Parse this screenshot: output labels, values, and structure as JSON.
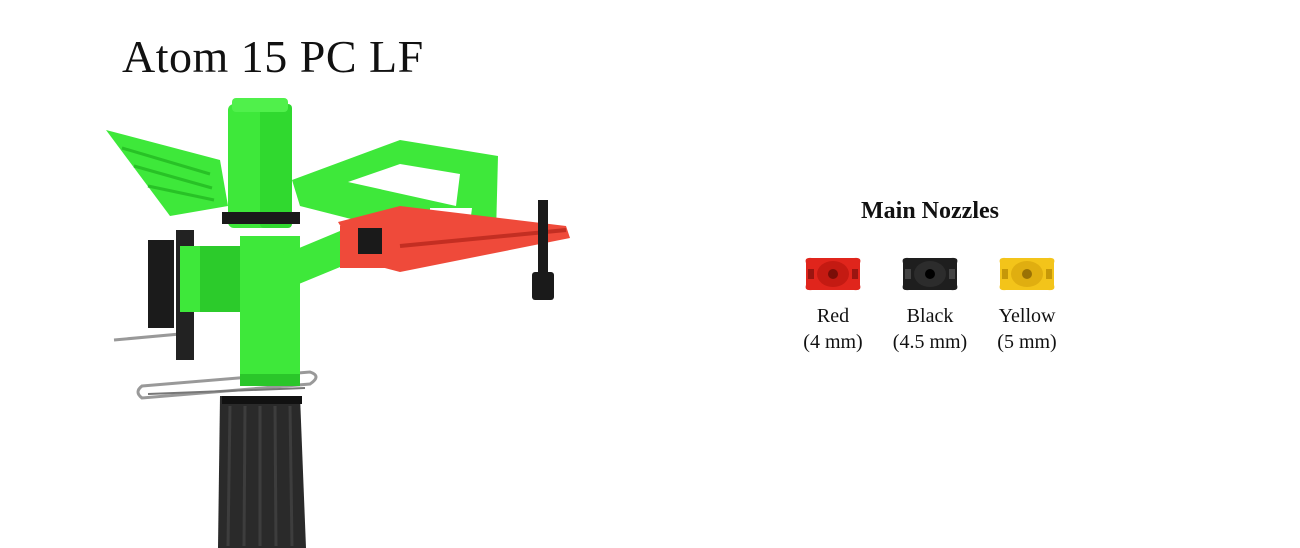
{
  "title": "Atom 15 PC LF",
  "nozzles": {
    "heading": "Main Nozzles",
    "items": [
      {
        "name": "Red",
        "size": "(4 mm)",
        "color": "#e0251c",
        "dark": "#9a1510"
      },
      {
        "name": "Black",
        "size": "(4.5 mm)",
        "color": "#1e1e1e",
        "dark": "#000000"
      },
      {
        "name": "Yellow",
        "size": "(5 mm)",
        "color": "#f3c41a",
        "dark": "#b68a08"
      }
    ]
  },
  "colors": {
    "body_green": "#3ee83a",
    "dark_green": "#22b824",
    "arm_red": "#ef4a3a",
    "black": "#1a1a1a",
    "wire": "#9a9a9a"
  }
}
